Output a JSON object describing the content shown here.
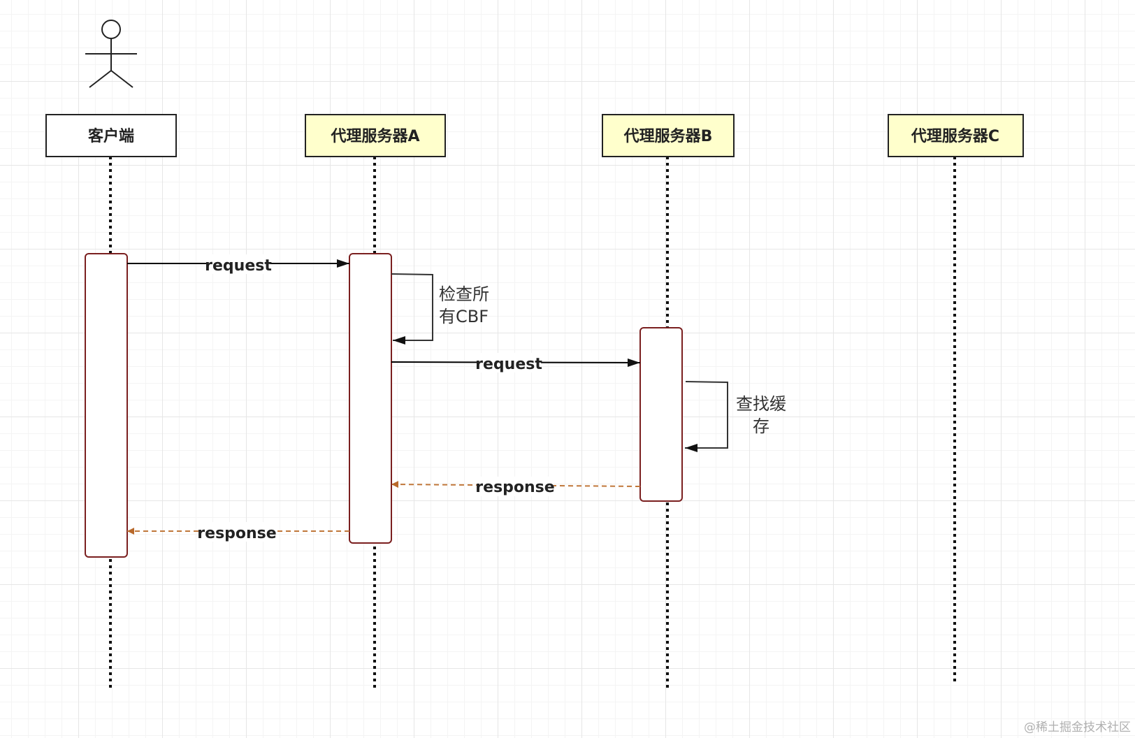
{
  "participants": {
    "client": "客户端",
    "proxy_a": "代理服务器A",
    "proxy_b": "代理服务器B",
    "proxy_c": "代理服务器C"
  },
  "messages": {
    "request_1": "request",
    "request_2": "request",
    "response_1": "response",
    "response_2": "response"
  },
  "notes": {
    "check_line1": "检查所",
    "check_line2": "有CBF",
    "lookup_line1": "查找缓",
    "lookup_line2": "存"
  },
  "watermark": "@稀土掘金技术社区",
  "colors": {
    "plain_box_fill": "#ffffff",
    "proxy_box_fill": "#ffffcc",
    "activation_border": "#7a1f1f",
    "response_line": "#c0773a",
    "request_line": "#000000"
  }
}
